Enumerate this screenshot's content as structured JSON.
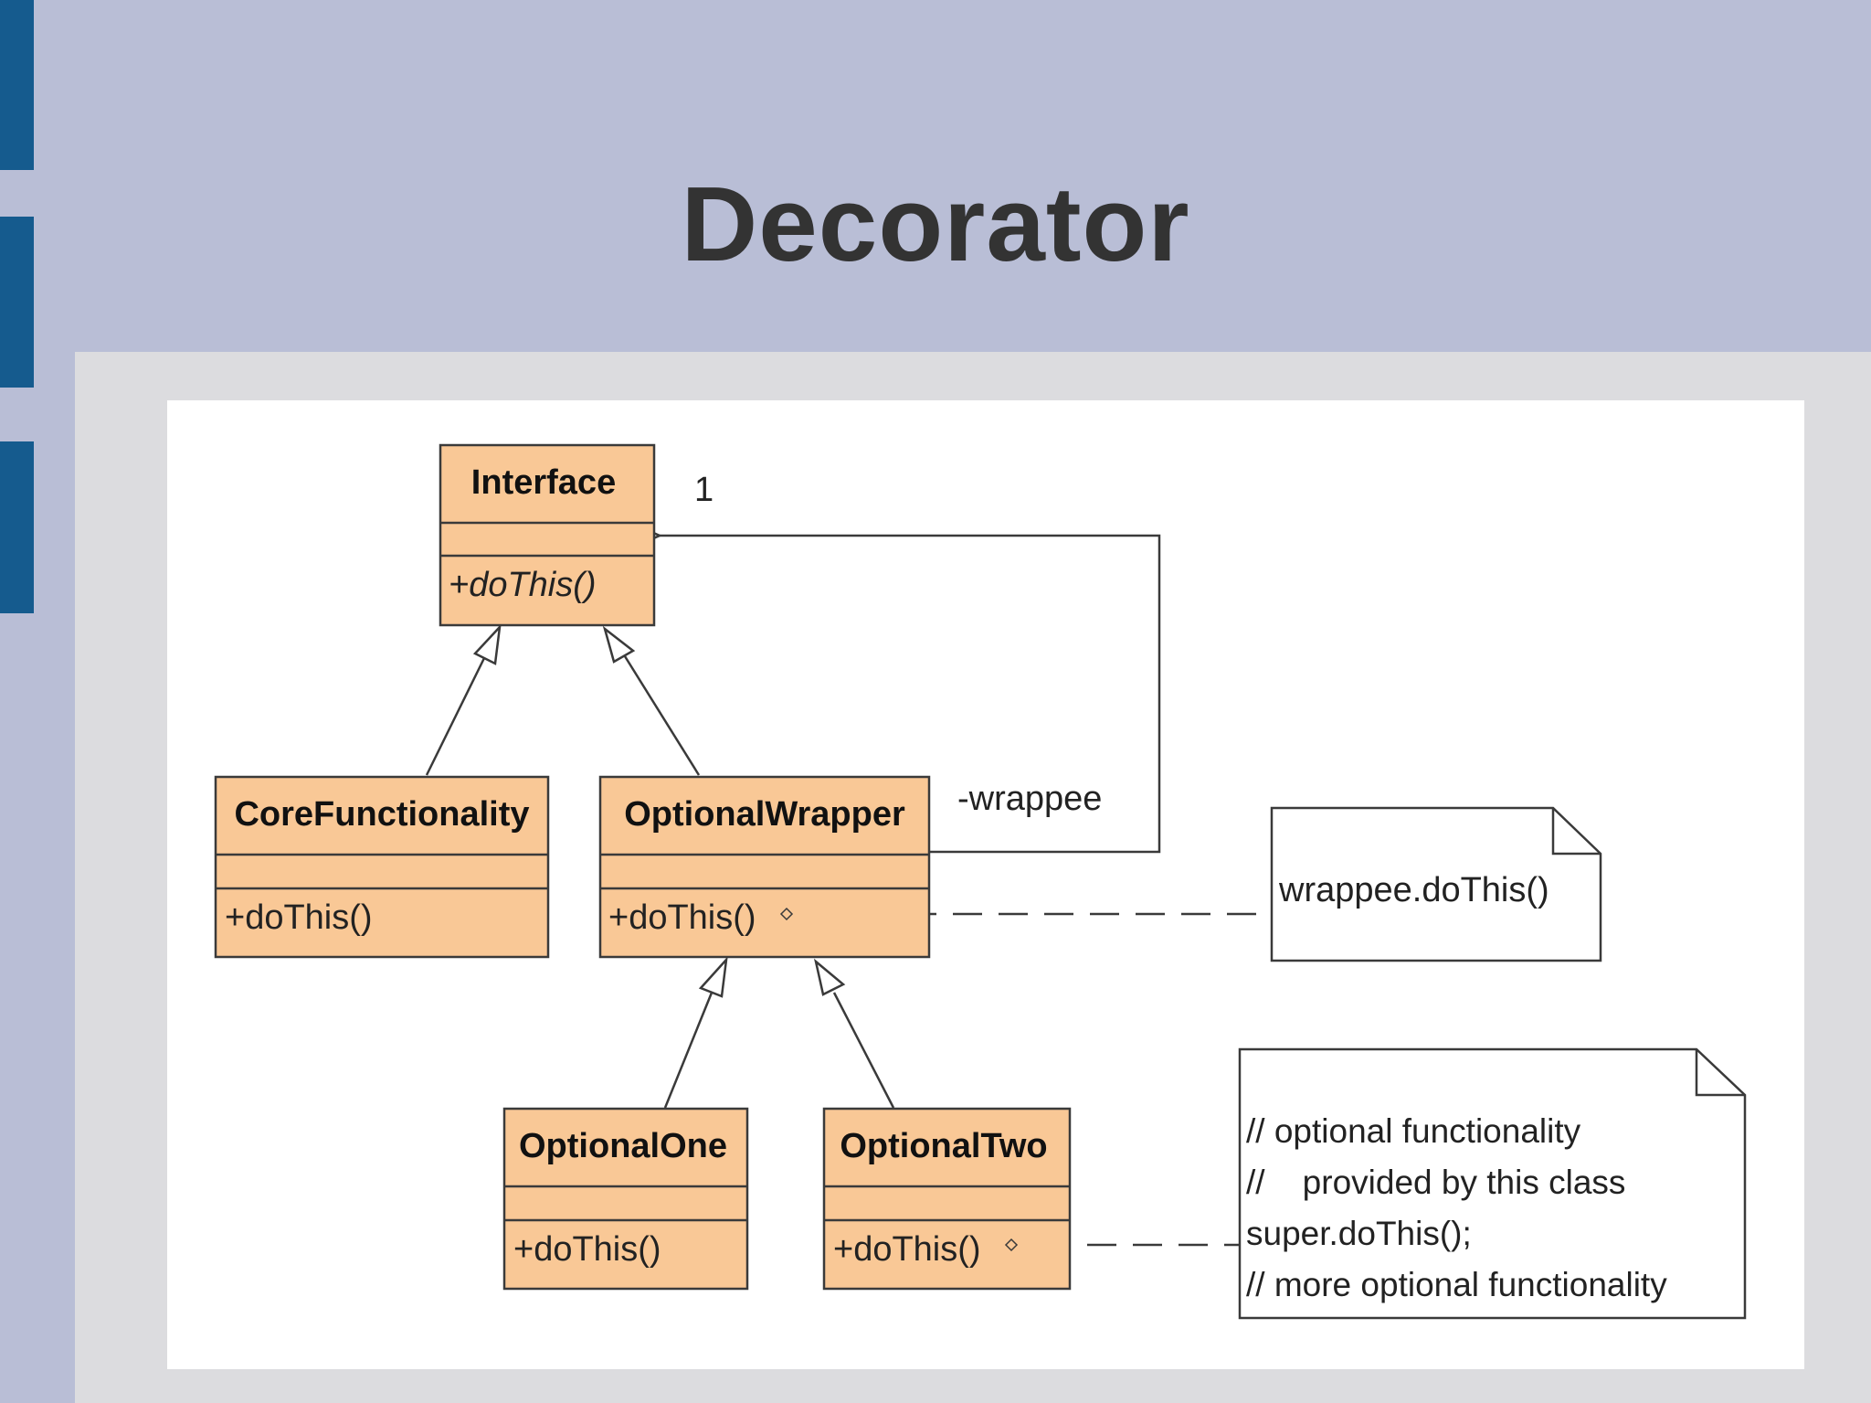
{
  "slide": {
    "title": "Decorator"
  },
  "colors": {
    "background": "#b9bed6",
    "side_bar": "#155b8e",
    "title_text": "#333333",
    "content_panel": "#dcdcdf",
    "class_fill": "#f9c896",
    "line": "#3a3a3a"
  },
  "diagram": {
    "classes": [
      {
        "id": "interface",
        "name": "Interface",
        "operation": "+doThis()",
        "abstract": true
      },
      {
        "id": "core",
        "name": "CoreFunctionality",
        "operation": "+doThis()"
      },
      {
        "id": "wrapper",
        "name": "OptionalWrapper",
        "operation": "+doThis()"
      },
      {
        "id": "one",
        "name": "OptionalOne",
        "operation": "+doThis()"
      },
      {
        "id": "two",
        "name": "OptionalTwo",
        "operation": "+doThis()"
      }
    ],
    "association": {
      "role": "-wrappee",
      "multiplicity": "1"
    },
    "notes": [
      {
        "id": "note-wrapper",
        "lines": [
          "wrappee.doThis()"
        ]
      },
      {
        "id": "note-two",
        "lines": [
          "// optional functionality",
          "//    provided by this class",
          "super.doThis();",
          "// more optional functionality"
        ]
      }
    ]
  }
}
